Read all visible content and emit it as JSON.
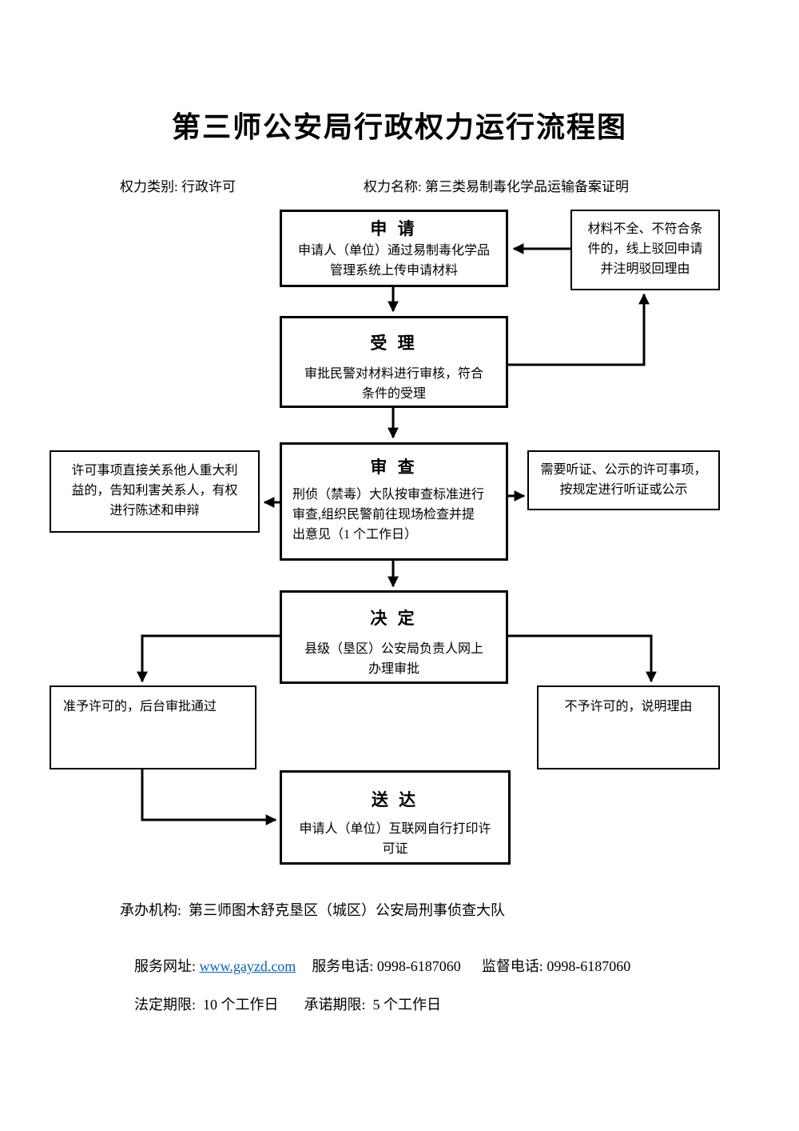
{
  "colors": {
    "ink": "#000000",
    "paper": "#ffffff",
    "link_blue": "#0563c1"
  },
  "header": {
    "title": "第三师公安局行政权力运行流程图",
    "category": "权力类别: 行政许可",
    "power_name": "权力名称: 第三类易制毒化学品运输备案证明"
  },
  "flow": {
    "apply": {
      "title": "申 请",
      "body": "申请人（单位）通过易制毒化学品\n管理系统上传申请材料"
    },
    "reject": {
      "body": "材料不全、不符合条\n件的，线上驳回申请\n并注明驳回理由"
    },
    "accept": {
      "title": "受 理",
      "body": "审批民警对材料进行审核，符合\n条件的受理"
    },
    "review": {
      "title": "审 查",
      "body": "刑侦（禁毒）大队按审查标准进行\n审查,组织民警前往现场检查并提\n出意见（1 个工作日）"
    },
    "notify": {
      "body": "许可事项直接关系他人重大利\n益的，告知利害关系人，有权\n进行陈述和申辩"
    },
    "hearing": {
      "body": "需要听证、公示的许可事项，\n按规定进行听证或公示"
    },
    "decision": {
      "title": "决 定",
      "body": "县级（垦区）公安局负责人网上\n办理审批"
    },
    "approve": {
      "body": "准予许可的，后台审批通过"
    },
    "deny": {
      "body": "不予许可的，说明理由"
    },
    "deliver": {
      "title": "送 达",
      "body": "申请人（单位）互联网自行打印许\n可证"
    }
  },
  "footer": {
    "agency": "承办机构:  第三师图木舒克垦区（城区）公安局刑事侦查大队",
    "website_label": "服务网址: ",
    "website_url": "www.gayzd.com",
    "service_phone": "服务电话: 0998-6187060",
    "supervision_phone": "监督电话: 0998-6187060",
    "legal_term": "法定期限:  10 个工作日",
    "promised_term": "承诺期限:  5 个工作日"
  }
}
